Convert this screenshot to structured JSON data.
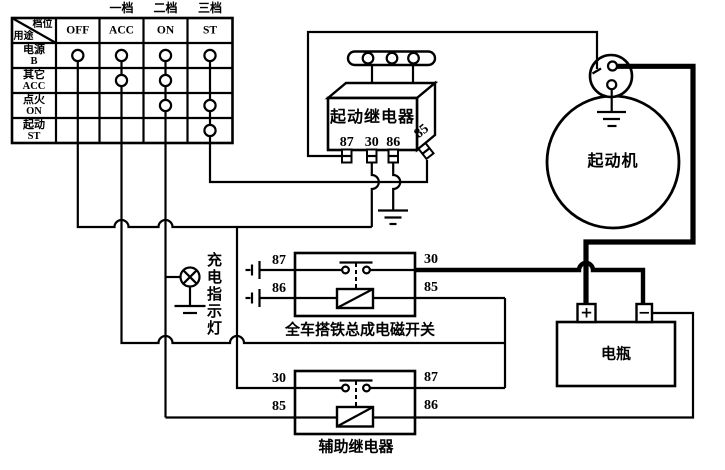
{
  "colors": {
    "line": "#000000",
    "background": "#ffffff"
  },
  "ignition_table": {
    "gears": [
      "一档",
      "二档",
      "三档"
    ],
    "corner": {
      "position": "档位",
      "usage": "用途"
    },
    "columns": [
      "OFF",
      "ACC",
      "ON",
      "ST"
    ],
    "rows": [
      {
        "cn": "电源",
        "en": "B"
      },
      {
        "cn": "其它",
        "en": "ACC"
      },
      {
        "cn": "点火",
        "en": "ON"
      },
      {
        "cn": "起动",
        "en": "ST"
      }
    ],
    "contact_matrix": [
      [
        1,
        1,
        1,
        1
      ],
      [
        0,
        1,
        1,
        0
      ],
      [
        0,
        0,
        1,
        1
      ],
      [
        0,
        0,
        0,
        1
      ]
    ]
  },
  "starter_relay": {
    "name": "起动继电器",
    "pins": [
      "87",
      "30",
      "86"
    ],
    "side_pin": "85"
  },
  "starter_motor": {
    "name": "起动机"
  },
  "ground_switch": {
    "name": "全车搭铁总成电磁开关",
    "terminals": {
      "top_left": "87",
      "top_right": "30",
      "bottom_left": "86",
      "bottom_right": "85"
    }
  },
  "aux_relay": {
    "name": "辅助继电器",
    "terminals": {
      "top_left": "30",
      "top_right": "87",
      "bottom_left": "85",
      "bottom_right": "86"
    }
  },
  "battery": {
    "name": "电瓶",
    "positive_label": "+",
    "negative_label": "−"
  },
  "charge_lamp": {
    "name": "充电指示灯"
  }
}
